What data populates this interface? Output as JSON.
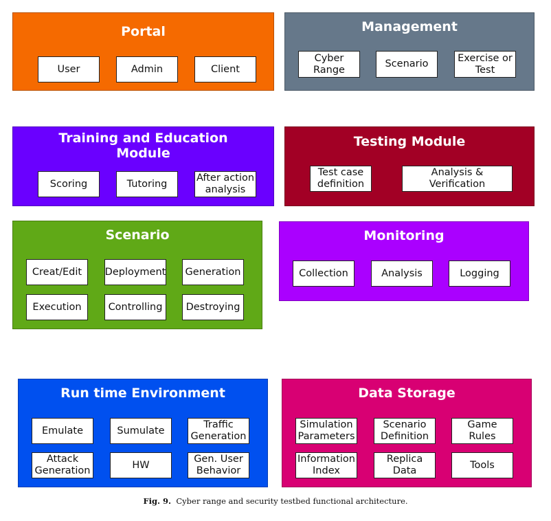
{
  "colors": {
    "portal": "#f56a00",
    "management": "#66788a",
    "training": "#6a00ff",
    "testing": "#a20025",
    "scenario": "#60a917",
    "monitoring": "#aa00ff",
    "runtime": "#0050ef",
    "storage": "#d80073"
  },
  "modules": {
    "portal": {
      "title": "Portal",
      "items": [
        "User",
        "Admin",
        "Client"
      ]
    },
    "management": {
      "title": "Management",
      "items": [
        "Cyber\nRange",
        "Scenario",
        "Exercise or\nTest"
      ]
    },
    "training": {
      "title": "Training and Education\nModule",
      "items": [
        "Scoring",
        "Tutoring",
        "After action\nanalysis"
      ]
    },
    "testing": {
      "title": "Testing Module",
      "items": [
        "Test case\ndefinition",
        "Analysis & Verification"
      ]
    },
    "scenario": {
      "title": "Scenario",
      "items": [
        "Creat/Edit",
        "Deployment",
        "Generation",
        "Execution",
        "Controlling",
        "Destroying"
      ]
    },
    "monitoring": {
      "title": "Monitoring",
      "items": [
        "Collection",
        "Analysis",
        "Logging"
      ]
    },
    "runtime": {
      "title": "Run time Environment",
      "items": [
        "Emulate",
        "Sumulate",
        "Traffic\nGeneration",
        "Attack\nGeneration",
        "HW",
        "Gen. User\nBehavior"
      ]
    },
    "storage": {
      "title": "Data Storage",
      "items": [
        "Simulation\nParameters",
        "Scenario\nDefinition",
        "Game\nRules",
        "Information\nIndex",
        "Replica\nData",
        "Tools"
      ]
    }
  },
  "caption": {
    "label": "Fig. 9.",
    "text": "Cyber range and security testbed functional architecture."
  }
}
